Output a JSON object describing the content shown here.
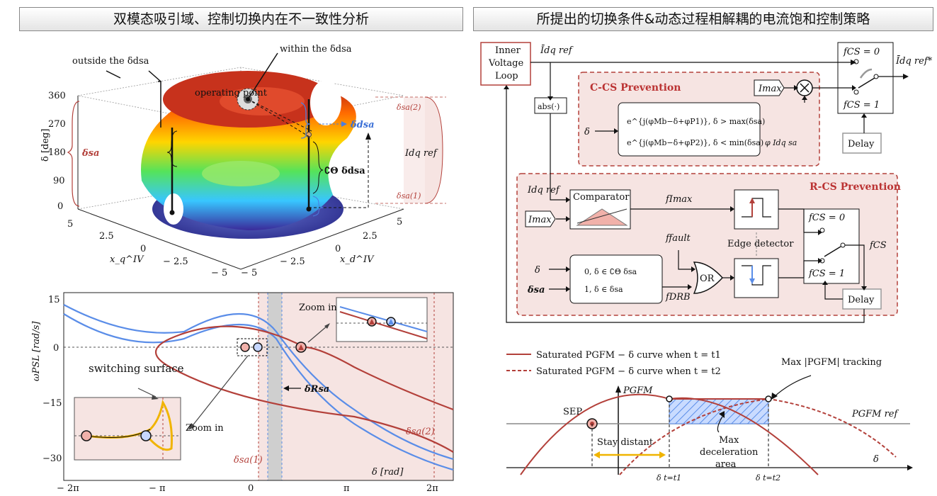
{
  "titles": {
    "left": "双模态吸引域、控制切换内在不一致性分析",
    "right": "所提出的切换条件&动态过程相解耦的电流饱和控制策略"
  },
  "surface3d": {
    "z_ticks": [
      "360",
      "270",
      "180",
      "90",
      "0"
    ],
    "z_label": "δ [deg]",
    "xq_ticks": [
      "5",
      "2.5",
      "0",
      "− 2.5",
      "− 5"
    ],
    "xq_label": "x_q^IV",
    "xd_ticks": [
      "5",
      "2.5",
      "0",
      "− 2.5",
      "− 5"
    ],
    "xd_label": "x_d^IV",
    "outside": "outside the δdsa",
    "within": "within the δdsa",
    "operating_point": "operating point",
    "delta_dsa": "δdsa",
    "complement": "∁Θ δdsa",
    "delta_sa": "δsa",
    "delta_sa2": "δsa(2)",
    "delta_sa1": "δsa(1)",
    "i_ref": "Idq ref"
  },
  "phase": {
    "y_ticks": [
      "15",
      "0",
      "−15",
      "−30"
    ],
    "x_ticks": [
      "− 2π",
      "− π",
      "0",
      "π",
      "2π"
    ],
    "y_label": "ωPSL [rad/s]",
    "x_label": "δ [rad]",
    "switching_surface": "switching surface",
    "zoom_in_1": "Zoom in",
    "zoom_in_2": "Zoom in",
    "delta_rsa": "δRsa",
    "delta_sa1": "δsa(1)",
    "delta_sa2": "δsa(2)"
  },
  "block": {
    "inner_loop": [
      "Inner",
      "Voltage",
      "Loop"
    ],
    "i_ref_out": "Īdq ref",
    "i_ref_star": "Īdq ref*",
    "abs": "abs(·)",
    "ccs_title": "C-CS Prevention",
    "rcs_title": "R-CS Prevention",
    "imax": "Imax",
    "imax2": "Imax",
    "delta": "δ",
    "delta2": "δ",
    "delta_sa": "δsa",
    "case1": "e^{j(φMb−δ+φP1)}, δ > max(δsa)",
    "case2": "e^{j(φMb−δ+φP2)}, δ < min(δsa)",
    "phi_sa": "φ Idq sa",
    "fcs0": "fCS = 0",
    "fcs1": "fCS = 1",
    "fcs0b": "fCS = 0",
    "fcs1b": "fCS = 1",
    "fcs": "fCS",
    "delay1": "Delay",
    "delay2": "Delay",
    "comparator": "Comparator",
    "i_ref_in": "Idq ref",
    "f_imax": "fImax",
    "f_fault": "ffault",
    "f_drb": "fDRB",
    "or": "OR",
    "edge": "Edge detector",
    "piece0": "0, δ ∈ ∁Θ δsa",
    "piece1": "1, δ ∈ δsa"
  },
  "power": {
    "legend1": "Saturated PGFM − δ curve when t = t1",
    "legend2": "Saturated PGFM − δ curve when t = t2",
    "max_track": "Max |PGFM| tracking",
    "p_axis": "PGFM",
    "p_ref": "PGFM ref",
    "sep": "SEP",
    "stay": "Stay distant",
    "max_decel": [
      "Max",
      "deceleration",
      "area"
    ],
    "delta": "δ",
    "dt1": "δ t=t1",
    "dt2": "δ t=t2"
  },
  "colors": {
    "red": "#b3403a",
    "blue": "#5a8de8",
    "yellow": "#f0b400",
    "pink": "#f6e4e2"
  }
}
